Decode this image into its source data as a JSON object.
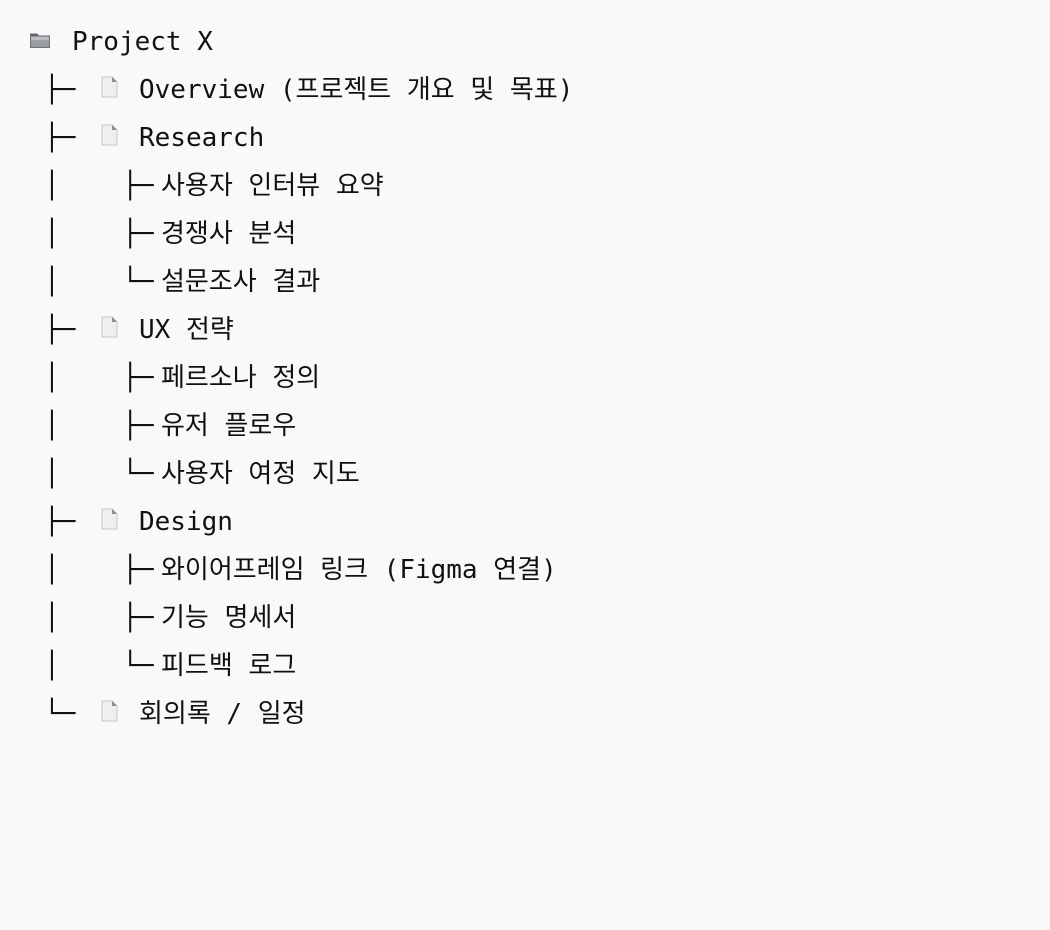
{
  "root": {
    "icon": "folder-icon",
    "label": "Project X"
  },
  "tree": [
    {
      "prefix": "├─ ",
      "icon": "document-icon",
      "label": "Overview (프로젝트 개요 및 목표)"
    },
    {
      "prefix": "├─ ",
      "icon": "document-icon",
      "label": "Research"
    },
    {
      "prefix": "│    ├─ ",
      "label": "사용자 인터뷰 요약"
    },
    {
      "prefix": "│    ├─ ",
      "label": "경쟁사 분석"
    },
    {
      "prefix": "│    └─ ",
      "label": "설문조사 결과"
    },
    {
      "prefix": "├─ ",
      "icon": "document-icon",
      "label": "UX 전략"
    },
    {
      "prefix": "│    ├─ ",
      "label": "페르소나 정의"
    },
    {
      "prefix": "│    ├─ ",
      "label": "유저 플로우"
    },
    {
      "prefix": "│    └─ ",
      "label": "사용자 여정 지도"
    },
    {
      "prefix": "├─ ",
      "icon": "document-icon",
      "label": "Design"
    },
    {
      "prefix": "│    ├─ ",
      "label": "와이어프레임 링크 (Figma 연결)"
    },
    {
      "prefix": "│    ├─ ",
      "label": "기능 명세서"
    },
    {
      "prefix": "│    └─ ",
      "label": "피드백 로그"
    },
    {
      "prefix": "└─ ",
      "icon": "document-icon",
      "label": "회의록 / 일정"
    }
  ]
}
